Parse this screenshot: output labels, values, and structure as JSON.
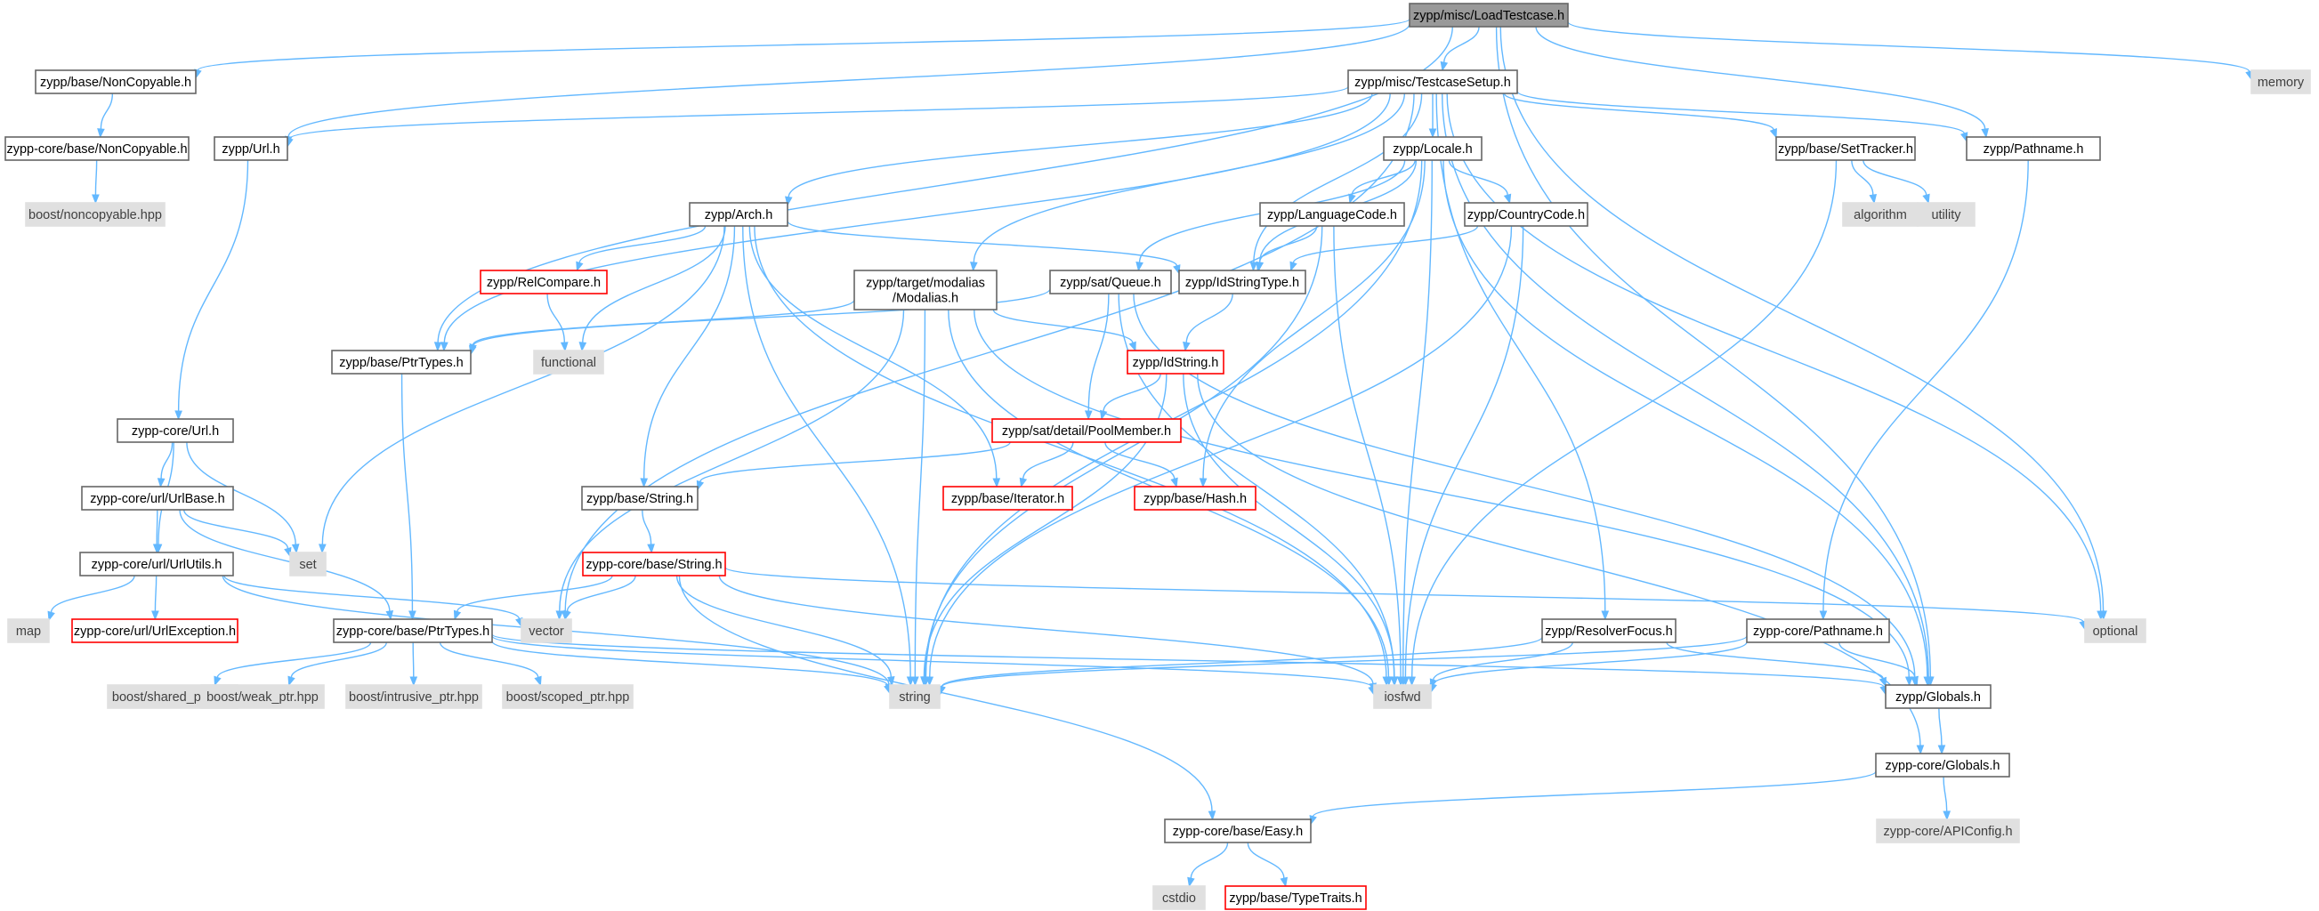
{
  "diagram": {
    "colors": {
      "edge": "#63b8ff",
      "root_fill": "#999999",
      "external_fill": "#e0e0e0",
      "truncated_border": "#ff0000",
      "node_border": "#666666"
    },
    "nodes": [
      {
        "id": "root",
        "label": "zypp/misc/LoadTestcase.h",
        "kind": "root"
      },
      {
        "id": "noncopyable",
        "label": "zypp/base/NonCopyable.h",
        "kind": "normal"
      },
      {
        "id": "memory",
        "label": "memory",
        "kind": "ext"
      },
      {
        "id": "testcasesetup",
        "label": "zypp/misc/TestcaseSetup.h",
        "kind": "normal"
      },
      {
        "id": "core_noncopyable",
        "label": "zypp-core/base/NonCopyable.h",
        "kind": "normal"
      },
      {
        "id": "url",
        "label": "zypp/Url.h",
        "kind": "normal"
      },
      {
        "id": "locale",
        "label": "zypp/Locale.h",
        "kind": "normal"
      },
      {
        "id": "settracker",
        "label": "zypp/base/SetTracker.h",
        "kind": "normal"
      },
      {
        "id": "pathname",
        "label": "zypp/Pathname.h",
        "kind": "normal"
      },
      {
        "id": "boost_noncopyable",
        "label": "boost/noncopyable.hpp",
        "kind": "ext"
      },
      {
        "id": "arch",
        "label": "zypp/Arch.h",
        "kind": "normal"
      },
      {
        "id": "languagecode",
        "label": "zypp/LanguageCode.h",
        "kind": "normal"
      },
      {
        "id": "countrycode",
        "label": "zypp/CountryCode.h",
        "kind": "normal"
      },
      {
        "id": "algorithm",
        "label": "algorithm",
        "kind": "ext"
      },
      {
        "id": "utility",
        "label": "utility",
        "kind": "ext"
      },
      {
        "id": "modalias",
        "label": "zypp/target/modalias/Modalias.h",
        "kind": "normal",
        "lines": [
          "zypp/target/modalias",
          "/Modalias.h"
        ]
      },
      {
        "id": "satqueue",
        "label": "zypp/sat/Queue.h",
        "kind": "normal"
      },
      {
        "id": "idstringtype",
        "label": "zypp/IdStringType.h",
        "kind": "normal"
      },
      {
        "id": "relcompare",
        "label": "zypp/RelCompare.h",
        "kind": "trunc"
      },
      {
        "id": "functional",
        "label": "functional",
        "kind": "ext"
      },
      {
        "id": "ptrtypes",
        "label": "zypp/base/PtrTypes.h",
        "kind": "normal"
      },
      {
        "id": "idstring",
        "label": "zypp/IdString.h",
        "kind": "trunc"
      },
      {
        "id": "core_url",
        "label": "zypp-core/Url.h",
        "kind": "normal"
      },
      {
        "id": "poolmember",
        "label": "zypp/sat/detail/PoolMember.h",
        "kind": "trunc"
      },
      {
        "id": "urlbase",
        "label": "zypp-core/url/UrlBase.h",
        "kind": "normal"
      },
      {
        "id": "basestring",
        "label": "zypp/base/String.h",
        "kind": "normal"
      },
      {
        "id": "iterator",
        "label": "zypp/base/Iterator.h",
        "kind": "trunc"
      },
      {
        "id": "hash",
        "label": "zypp/base/Hash.h",
        "kind": "trunc"
      },
      {
        "id": "set",
        "label": "set",
        "kind": "ext"
      },
      {
        "id": "urlutils",
        "label": "zypp-core/url/UrlUtils.h",
        "kind": "normal"
      },
      {
        "id": "core_string",
        "label": "zypp-core/base/String.h",
        "kind": "trunc"
      },
      {
        "id": "map",
        "label": "map",
        "kind": "ext"
      },
      {
        "id": "urlexception",
        "label": "zypp-core/url/UrlException.h",
        "kind": "trunc"
      },
      {
        "id": "vector",
        "label": "vector",
        "kind": "ext"
      },
      {
        "id": "core_ptrtypes",
        "label": "zypp-core/base/PtrTypes.h",
        "kind": "normal"
      },
      {
        "id": "resolverfocus",
        "label": "zypp/ResolverFocus.h",
        "kind": "normal"
      },
      {
        "id": "core_pathname",
        "label": "zypp-core/Pathname.h",
        "kind": "normal"
      },
      {
        "id": "optional",
        "label": "optional",
        "kind": "ext"
      },
      {
        "id": "shared_ptr",
        "label": "boost/shared_ptr.hpp",
        "kind": "ext"
      },
      {
        "id": "weak_ptr",
        "label": "boost/weak_ptr.hpp",
        "kind": "ext"
      },
      {
        "id": "intrusive_ptr",
        "label": "boost/intrusive_ptr.hpp",
        "kind": "ext"
      },
      {
        "id": "scoped_ptr",
        "label": "boost/scoped_ptr.hpp",
        "kind": "ext"
      },
      {
        "id": "string",
        "label": "string",
        "kind": "ext"
      },
      {
        "id": "iosfwd",
        "label": "iosfwd",
        "kind": "ext"
      },
      {
        "id": "globals",
        "label": "zypp/Globals.h",
        "kind": "normal"
      },
      {
        "id": "core_globals",
        "label": "zypp-core/Globals.h",
        "kind": "normal"
      },
      {
        "id": "easy",
        "label": "zypp-core/base/Easy.h",
        "kind": "normal"
      },
      {
        "id": "apiconfig",
        "label": "zypp-core/APIConfig.h",
        "kind": "ext"
      },
      {
        "id": "cstdio",
        "label": "cstdio",
        "kind": "ext"
      },
      {
        "id": "typetraits",
        "label": "zypp/base/TypeTraits.h",
        "kind": "trunc"
      }
    ],
    "edges": [
      [
        "root",
        "noncopyable"
      ],
      [
        "root",
        "memory"
      ],
      [
        "root",
        "testcasesetup"
      ],
      [
        "root",
        "url"
      ],
      [
        "root",
        "pathname"
      ],
      [
        "root",
        "ptrtypes"
      ],
      [
        "root",
        "optional"
      ],
      [
        "root",
        "globals"
      ],
      [
        "noncopyable",
        "core_noncopyable"
      ],
      [
        "core_noncopyable",
        "boost_noncopyable"
      ],
      [
        "testcasesetup",
        "url"
      ],
      [
        "testcasesetup",
        "locale"
      ],
      [
        "testcasesetup",
        "settracker"
      ],
      [
        "testcasesetup",
        "pathname"
      ],
      [
        "testcasesetup",
        "arch"
      ],
      [
        "testcasesetup",
        "modalias"
      ],
      [
        "testcasesetup",
        "idstringtype"
      ],
      [
        "testcasesetup",
        "ptrtypes"
      ],
      [
        "testcasesetup",
        "vector"
      ],
      [
        "testcasesetup",
        "resolverfocus"
      ],
      [
        "testcasesetup",
        "optional"
      ],
      [
        "testcasesetup",
        "globals"
      ],
      [
        "url",
        "core_url"
      ],
      [
        "locale",
        "languagecode"
      ],
      [
        "locale",
        "countrycode"
      ],
      [
        "locale",
        "idstringtype"
      ],
      [
        "locale",
        "satqueue"
      ],
      [
        "locale",
        "string"
      ],
      [
        "locale",
        "hash"
      ],
      [
        "locale",
        "globals"
      ],
      [
        "locale",
        "iosfwd"
      ],
      [
        "settracker",
        "algorithm"
      ],
      [
        "settracker",
        "utility"
      ],
      [
        "settracker",
        "iosfwd"
      ],
      [
        "pathname",
        "core_pathname"
      ],
      [
        "arch",
        "relcompare"
      ],
      [
        "arch",
        "idstringtype"
      ],
      [
        "arch",
        "functional"
      ],
      [
        "arch",
        "set"
      ],
      [
        "arch",
        "basestring"
      ],
      [
        "arch",
        "string"
      ],
      [
        "arch",
        "iterator"
      ],
      [
        "arch",
        "iosfwd"
      ],
      [
        "languagecode",
        "idstringtype"
      ],
      [
        "languagecode",
        "string"
      ],
      [
        "languagecode",
        "iosfwd"
      ],
      [
        "countrycode",
        "idstringtype"
      ],
      [
        "countrycode",
        "string"
      ],
      [
        "countrycode",
        "iosfwd"
      ],
      [
        "modalias",
        "ptrtypes"
      ],
      [
        "modalias",
        "idstring"
      ],
      [
        "modalias",
        "vector"
      ],
      [
        "modalias",
        "string"
      ],
      [
        "modalias",
        "iosfwd"
      ],
      [
        "modalias",
        "globals"
      ],
      [
        "satqueue",
        "ptrtypes"
      ],
      [
        "satqueue",
        "poolmember"
      ],
      [
        "satqueue",
        "iosfwd"
      ],
      [
        "satqueue",
        "globals"
      ],
      [
        "idstringtype",
        "idstring"
      ],
      [
        "relcompare",
        "functional"
      ],
      [
        "ptrtypes",
        "core_ptrtypes"
      ],
      [
        "idstring",
        "poolmember"
      ],
      [
        "idstring",
        "string"
      ],
      [
        "idstring",
        "iosfwd"
      ],
      [
        "idstring",
        "core_globals"
      ],
      [
        "core_url",
        "urlbase"
      ],
      [
        "core_url",
        "urlutils"
      ],
      [
        "core_url",
        "set"
      ],
      [
        "poolmember",
        "basestring"
      ],
      [
        "poolmember",
        "iterator"
      ],
      [
        "poolmember",
        "hash"
      ],
      [
        "urlbase",
        "urlutils"
      ],
      [
        "urlbase",
        "set"
      ],
      [
        "urlbase",
        "core_ptrtypes"
      ],
      [
        "basestring",
        "core_string"
      ],
      [
        "urlutils",
        "map"
      ],
      [
        "urlutils",
        "urlexception"
      ],
      [
        "urlutils",
        "vector"
      ],
      [
        "urlutils",
        "string"
      ],
      [
        "core_string",
        "core_ptrtypes"
      ],
      [
        "core_string",
        "vector"
      ],
      [
        "core_string",
        "string"
      ],
      [
        "core_string",
        "iosfwd"
      ],
      [
        "core_string",
        "optional"
      ],
      [
        "core_string",
        "easy"
      ],
      [
        "core_ptrtypes",
        "shared_ptr"
      ],
      [
        "core_ptrtypes",
        "weak_ptr"
      ],
      [
        "core_ptrtypes",
        "intrusive_ptr"
      ],
      [
        "core_ptrtypes",
        "scoped_ptr"
      ],
      [
        "core_ptrtypes",
        "string"
      ],
      [
        "core_ptrtypes",
        "iosfwd"
      ],
      [
        "core_ptrtypes",
        "globals"
      ],
      [
        "resolverfocus",
        "string"
      ],
      [
        "resolverfocus",
        "iosfwd"
      ],
      [
        "resolverfocus",
        "globals"
      ],
      [
        "core_pathname",
        "string"
      ],
      [
        "core_pathname",
        "iosfwd"
      ],
      [
        "core_pathname",
        "globals"
      ],
      [
        "globals",
        "core_globals"
      ],
      [
        "core_globals",
        "apiconfig"
      ],
      [
        "core_globals",
        "easy"
      ],
      [
        "easy",
        "cstdio"
      ],
      [
        "easy",
        "typetraits"
      ]
    ]
  }
}
